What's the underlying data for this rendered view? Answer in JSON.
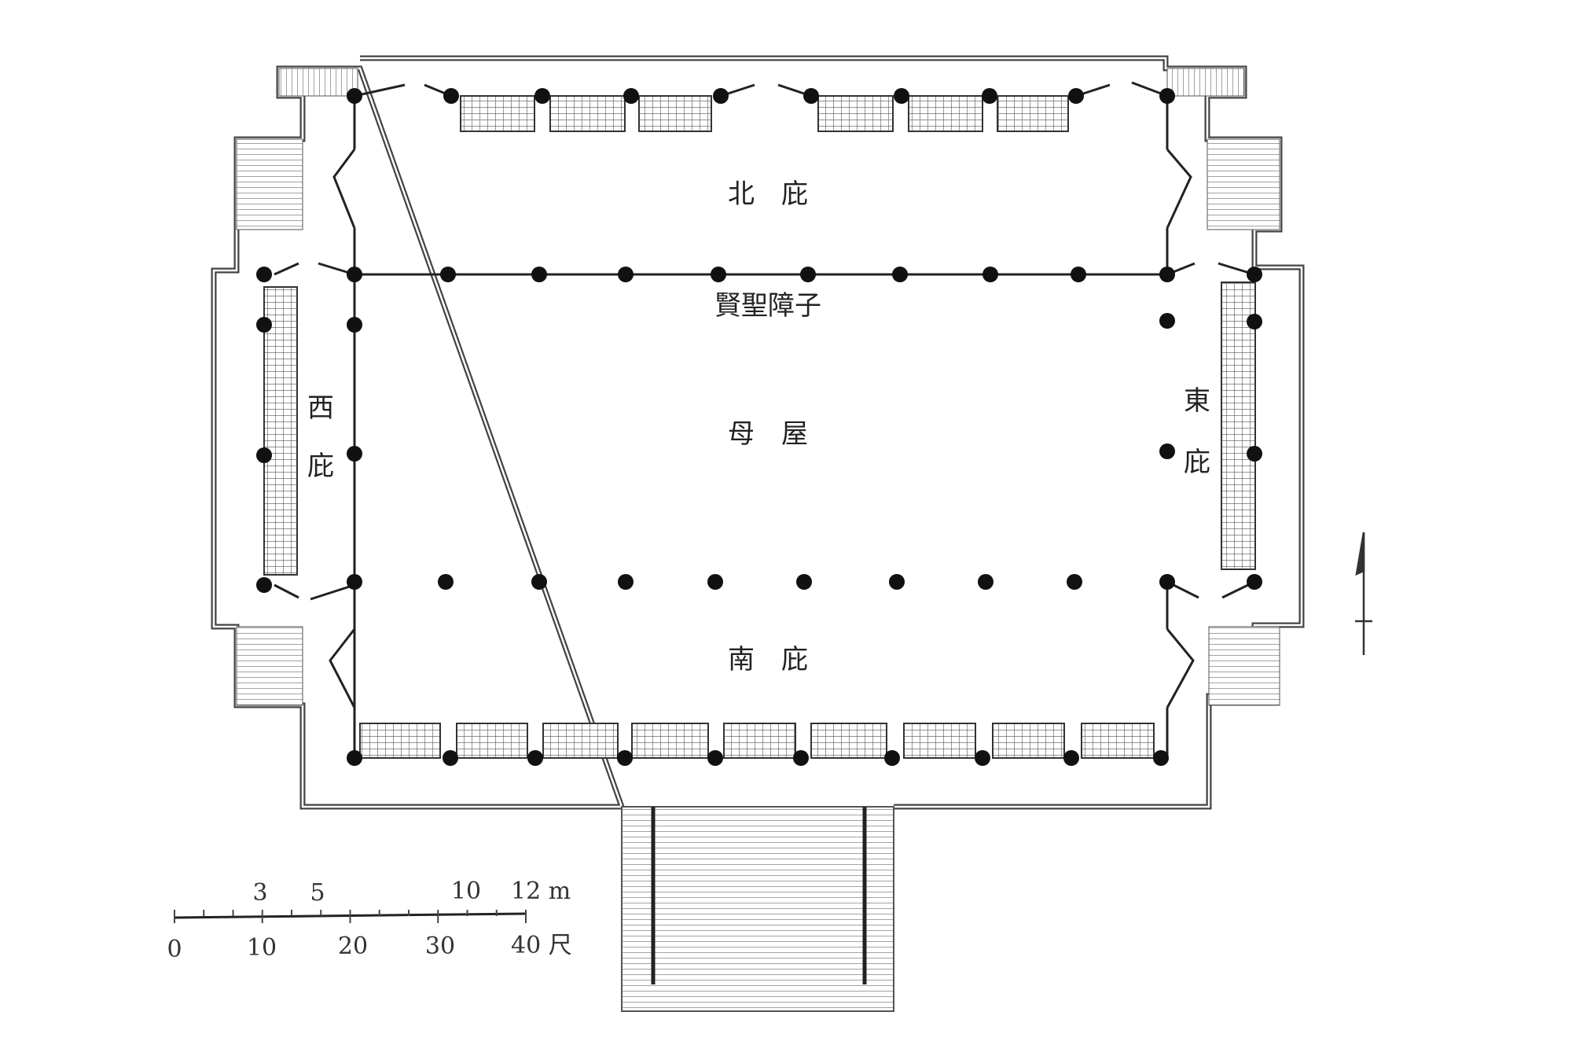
{
  "rooms": {
    "north_aisle": "北　庇",
    "screen": "賢聖障子",
    "core": "母　屋",
    "south_aisle": "南　庇",
    "west_aisle": [
      "西",
      "庇"
    ],
    "east_aisle": [
      "東",
      "庇"
    ]
  },
  "scale_bar": {
    "meters": [
      "3",
      "5",
      "10",
      "12 m"
    ],
    "shaku": [
      "0",
      "10",
      "20",
      "30",
      "40 尺"
    ]
  }
}
